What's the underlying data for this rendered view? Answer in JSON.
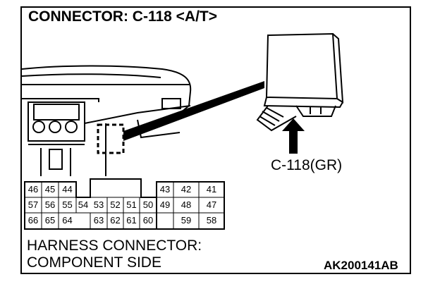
{
  "title": "CONNECTOR: C-118 <A/T>",
  "connector_label": "C-118(GR)",
  "caption_line1": "HARNESS CONNECTOR:",
  "caption_line2": "COMPONENT SIDE",
  "figure_code": "AK200141AB",
  "pins": {
    "left_row1": [
      "46",
      "45",
      "44"
    ],
    "left_row2": [
      "57",
      "56",
      "55",
      "54",
      "53",
      "52",
      "51",
      "50"
    ],
    "left_row3": [
      "66",
      "65",
      "64",
      "63",
      "62",
      "61",
      "60"
    ],
    "right_row1": [
      "43",
      "42",
      "41"
    ],
    "right_row2": [
      "49",
      "48",
      "47"
    ],
    "right_row3": [
      "59",
      "58"
    ]
  }
}
